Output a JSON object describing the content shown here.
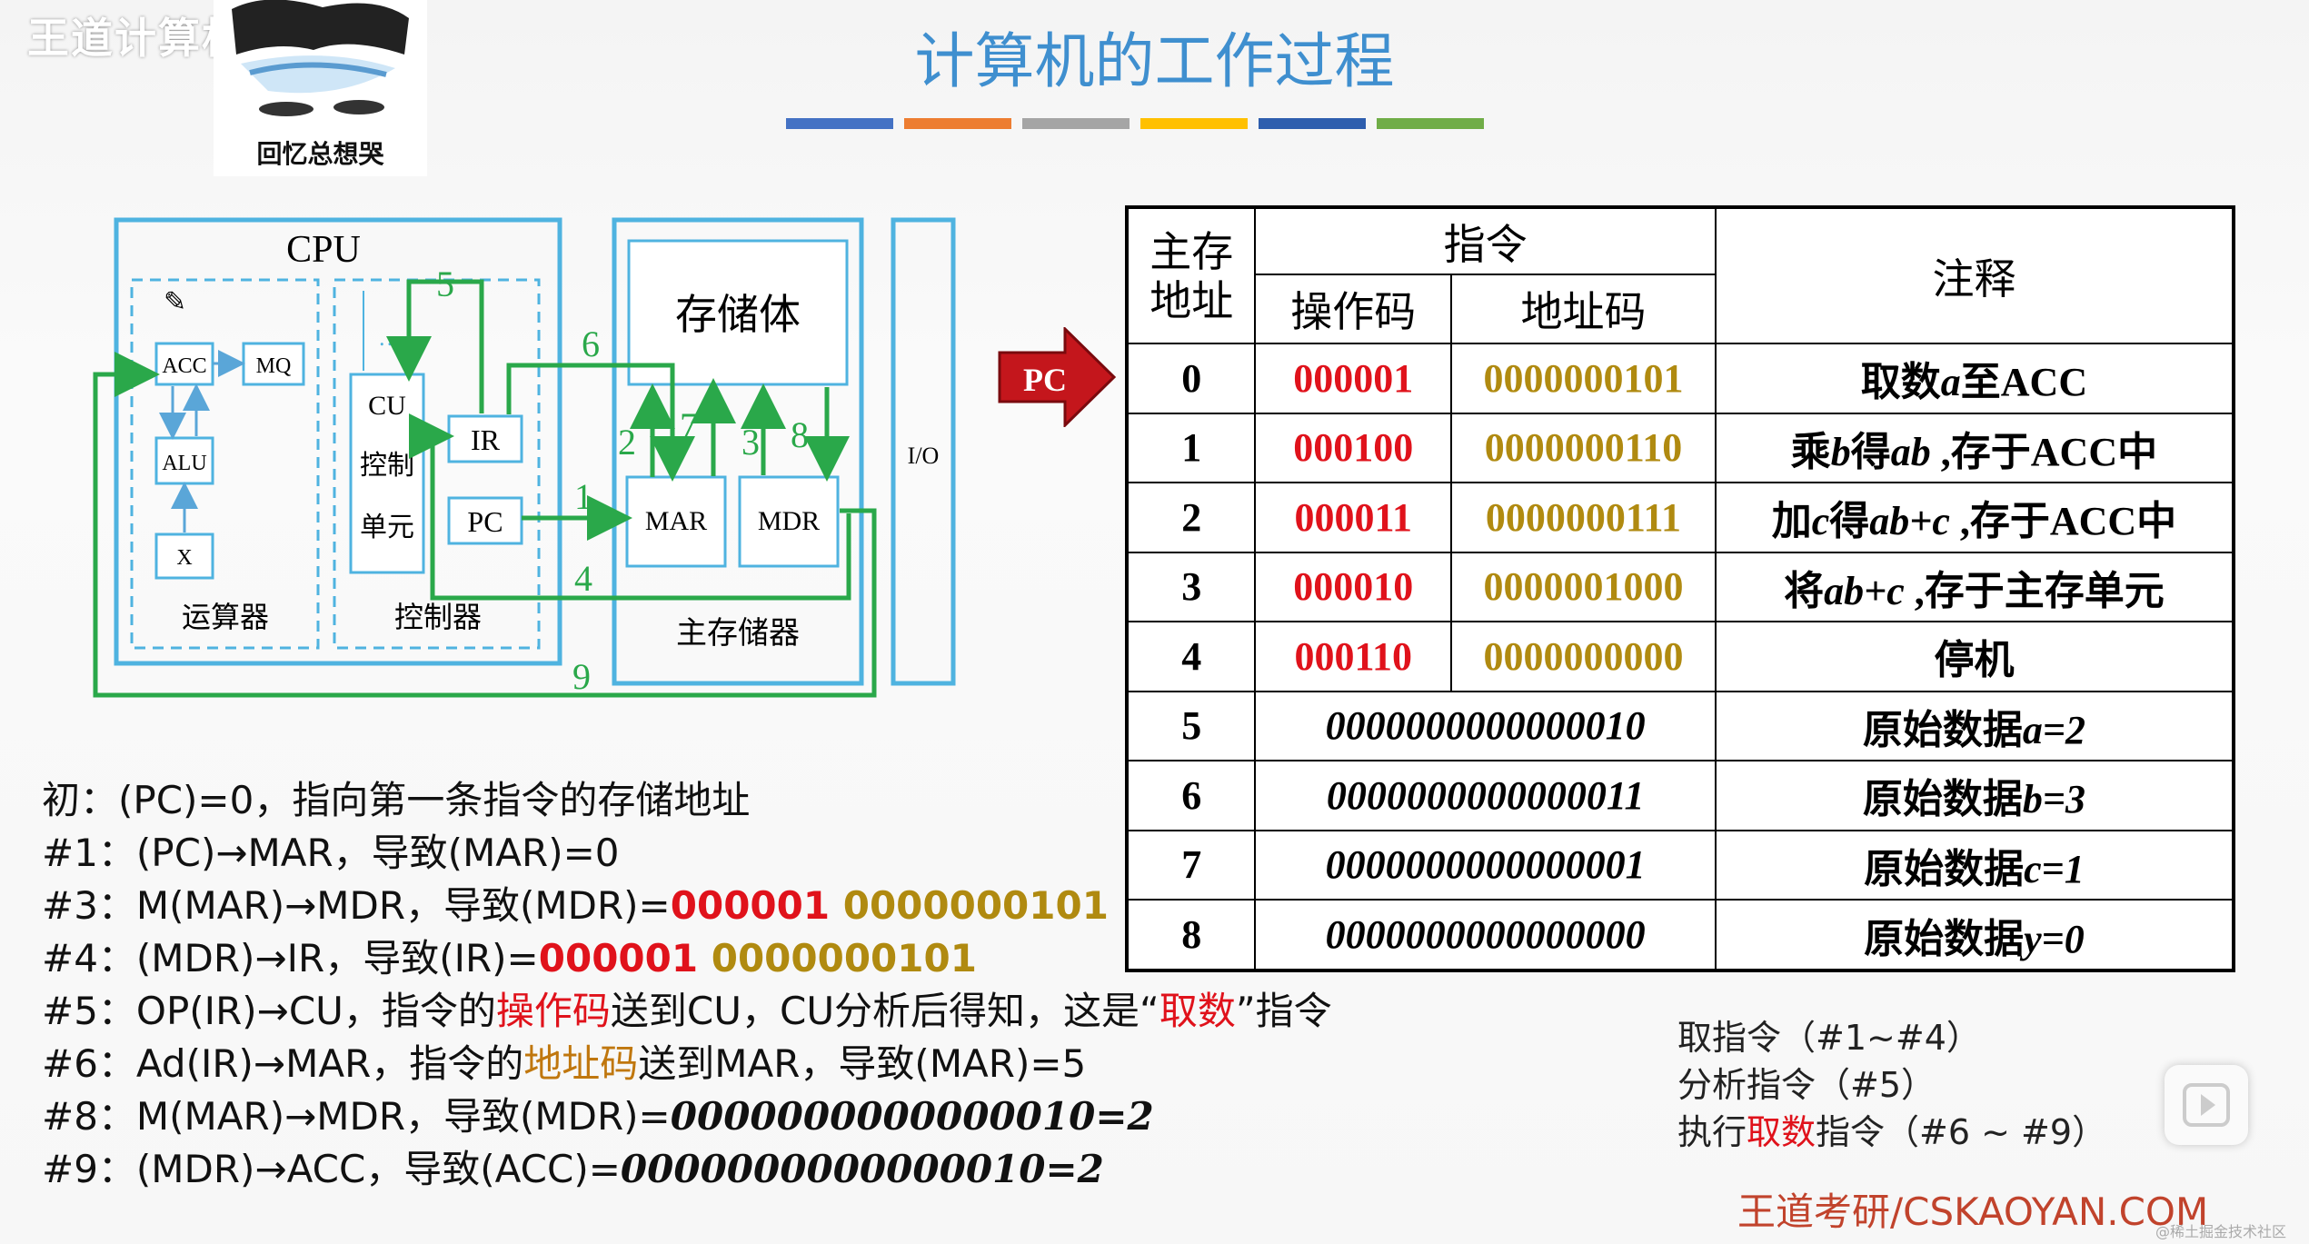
{
  "header": {
    "brand": "王道计算机教育",
    "avatar_caption": "回忆总想哭",
    "title": "计算机的工作过程",
    "bar_colors": [
      "#4472c4",
      "#ed7d31",
      "#a5a5a5",
      "#ffc000",
      "#2e5eae",
      "#70ad47"
    ]
  },
  "diagram": {
    "cpu": "CPU",
    "acc": "ACC",
    "mq": "MQ",
    "alu": "ALU",
    "x": "X",
    "alu_group": "运算器",
    "cu_line1": "CU",
    "cu_line2": "控制",
    "cu_line3": "单元",
    "ir": "IR",
    "pc": "PC",
    "ctrl_group": "控制器",
    "storage_body": "存储体",
    "mar": "MAR",
    "mdr": "MDR",
    "mem_group": "主存储器",
    "io": "I/O",
    "steps": [
      "1",
      "2",
      "3",
      "4",
      "5",
      "6",
      "7",
      "8",
      "9"
    ]
  },
  "pc_pointer": "PC",
  "table": {
    "h_addr_line1": "主存",
    "h_addr_line2": "地址",
    "h_instr": "指令",
    "h_opcode": "操作码",
    "h_addrcode": "地址码",
    "h_note": "注释",
    "rows": [
      {
        "addr": "0",
        "op": "000001",
        "ad": "0000000101",
        "note_pre": "取数",
        "note_var": "a",
        "note_post": "至ACC"
      },
      {
        "addr": "1",
        "op": "000100",
        "ad": "0000000110",
        "note_pre": "乘",
        "note_var": "b",
        "note_mid": "得",
        "note_var2": "ab",
        "note_post": " ,存于ACC中"
      },
      {
        "addr": "2",
        "op": "000011",
        "ad": "0000000111",
        "note_pre": "加",
        "note_var": "c",
        "note_mid": "得",
        "note_var2": "ab+c",
        "note_post": " ,存于ACC中"
      },
      {
        "addr": "3",
        "op": "000010",
        "ad": "0000001000",
        "note_pre": "将",
        "note_var": "ab+c",
        "note_post": " ,存于主存单元"
      },
      {
        "addr": "4",
        "op": "000110",
        "ad": "0000000000",
        "note_pre": "停机"
      }
    ],
    "data_rows": [
      {
        "addr": "5",
        "value": "0000000000000010",
        "note_pre": "原始数据",
        "note_var": "a=2"
      },
      {
        "addr": "6",
        "value": "0000000000000011",
        "note_pre": "原始数据",
        "note_var": "b=3"
      },
      {
        "addr": "7",
        "value": "0000000000000001",
        "note_pre": "原始数据",
        "note_var": "c=1"
      },
      {
        "addr": "8",
        "value": "0000000000000000",
        "note_pre": "原始数据",
        "note_var": "y=0"
      }
    ]
  },
  "notes": {
    "l0": "初：(PC)=0，指向第一条指令的存储地址",
    "l1": "#1：(PC)→MAR，导致(MAR)=0",
    "l3_pre": "#3：M(MAR)→MDR，导致(MDR)=",
    "l3_op": "000001",
    "l3_ad": " 0000000101",
    "l4_pre": "#4：(MDR)→IR，导致(IR)=",
    "l4_op": "000001",
    "l4_ad": " 0000000101",
    "l5_a": "#5：OP(IR)→CU，指令的",
    "l5_b": "操作码",
    "l5_c": "送到CU，CU分析后得知，这是“",
    "l5_d": "取数",
    "l5_e": "”指令",
    "l6_a": "#6：Ad(IR)→MAR，指令的",
    "l6_b": "地址码",
    "l6_c": "送到MAR，导致(MAR)=5",
    "l8_pre": "#8：M(MAR)→MDR，导致(MDR)=",
    "l8_val": "0000000000000010=2",
    "l9_pre": "#9：(MDR)→ACC，导致(ACC)=",
    "l9_val": "0000000000000010=2"
  },
  "phases": {
    "p1": "取指令（#1~#4）",
    "p2": "分析指令（#5）",
    "p3_a": "执行",
    "p3_b": "取数",
    "p3_c": "指令（#6 ~ #9）"
  },
  "footer": {
    "brand": "王道考研/CSKAOYAN.COM",
    "watermark": "@稀土掘金技术社区"
  }
}
